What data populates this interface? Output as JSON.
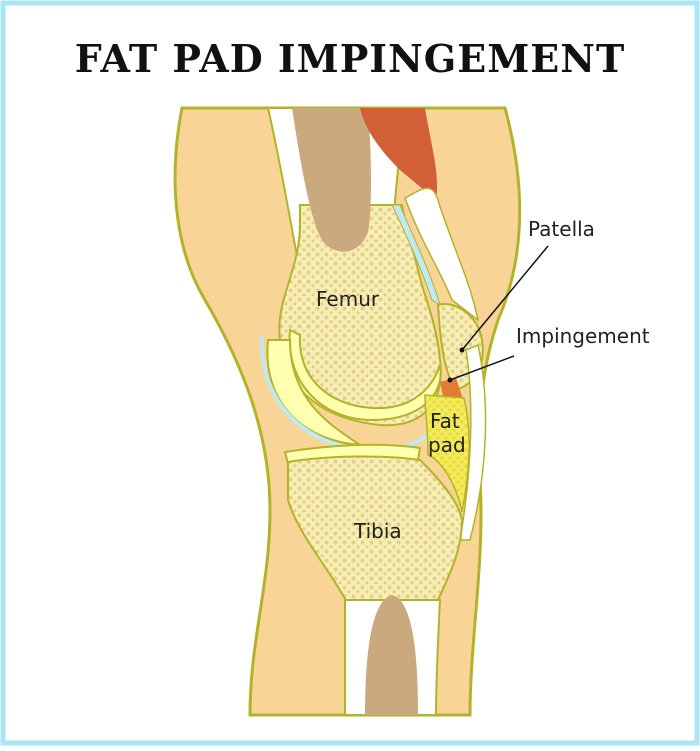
{
  "title": "FAT PAD IMPINGEMENT",
  "labels": {
    "femur": "Femur",
    "tibia": "Tibia",
    "fat_pad_line1": "Fat",
    "fat_pad_line2": "pad",
    "patella": "Patella",
    "impingement": "Impingement"
  },
  "colors": {
    "border": "#a9e6f3",
    "skin": "#f8d596",
    "outline": "#b3b32a",
    "bone_marrow": "#c9a97d",
    "cancellous_bone": "#f6eeb5",
    "bone_dots": "#e3cf87",
    "cartilage": "#ffffb0",
    "synovial_fluid": "#bfe9f3",
    "muscle": "#d15f37",
    "fat_pad": "#f4ec57",
    "impingement": "#e57a34",
    "tendon": "#ffffff"
  }
}
